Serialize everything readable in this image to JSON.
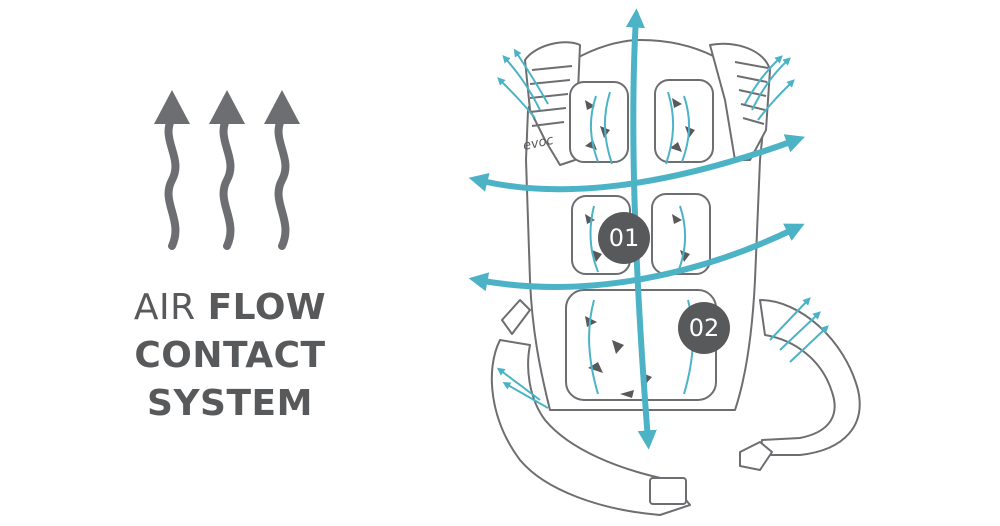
{
  "title": {
    "line1_light": "AIR",
    "line1_bold": "FLOW",
    "line2": "CONTACT",
    "line3": "SYSTEM"
  },
  "markers": [
    "01",
    "02"
  ],
  "brand": "evoc",
  "colors": {
    "flow_arrow": "#4cb3c7",
    "heat_arrow": "#6d6e71",
    "marker_fill": "#58595b",
    "text": "#58595b",
    "outline": "#6d6e71"
  }
}
